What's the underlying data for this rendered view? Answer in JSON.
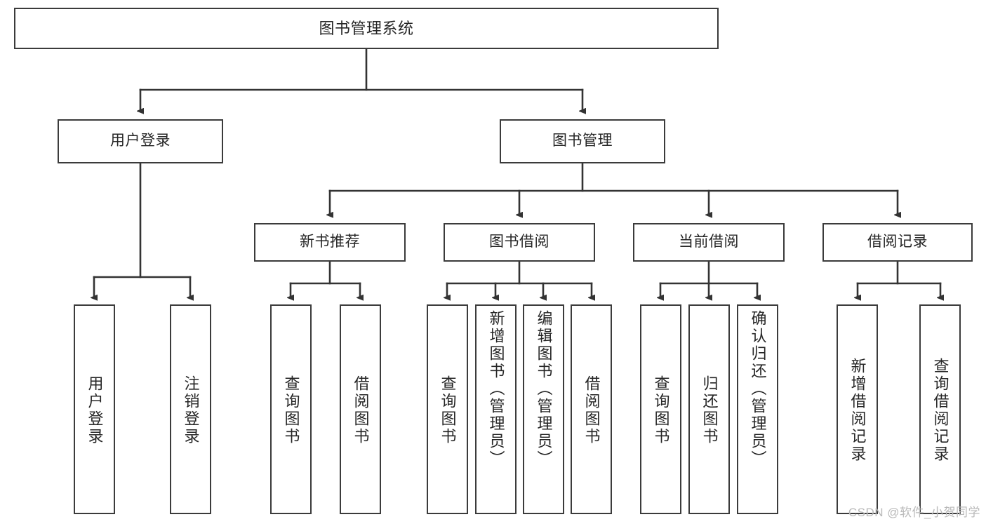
{
  "diagram": {
    "type": "tree-hierarchy",
    "title": "图书管理系统",
    "root": {
      "id": "root",
      "label": "图书管理系统"
    },
    "level2": [
      {
        "id": "user-login",
        "label": "用户登录"
      },
      {
        "id": "book-manage",
        "label": "图书管理"
      }
    ],
    "level3": [
      {
        "id": "new-book-rec",
        "label": "新书推荐",
        "parent": "book-manage"
      },
      {
        "id": "book-borrow",
        "label": "图书借阅",
        "parent": "book-manage"
      },
      {
        "id": "current-borrow",
        "label": "当前借阅",
        "parent": "book-manage"
      },
      {
        "id": "borrow-record",
        "label": "借阅记录",
        "parent": "book-manage"
      }
    ],
    "leaves": [
      {
        "id": "leaf-user-login",
        "label": "用户登录",
        "parent": "user-login"
      },
      {
        "id": "leaf-logout",
        "label": "注销登录",
        "parent": "user-login"
      },
      {
        "id": "leaf-query-book-1",
        "label": "查询图书",
        "parent": "new-book-rec"
      },
      {
        "id": "leaf-borrow-book-1",
        "label": "借阅图书",
        "parent": "new-book-rec"
      },
      {
        "id": "leaf-query-book-2",
        "label": "查询图书",
        "parent": "book-borrow"
      },
      {
        "id": "leaf-add-book",
        "label": "新增图书（管理员）",
        "parent": "book-borrow"
      },
      {
        "id": "leaf-edit-book",
        "label": "编辑图书（管理员）",
        "parent": "book-borrow"
      },
      {
        "id": "leaf-borrow-book-2",
        "label": "借阅图书",
        "parent": "book-borrow"
      },
      {
        "id": "leaf-query-book-3",
        "label": "查询图书",
        "parent": "current-borrow"
      },
      {
        "id": "leaf-return-book",
        "label": "归还图书",
        "parent": "current-borrow"
      },
      {
        "id": "leaf-confirm-return",
        "label": "确认归还（管理员）",
        "parent": "current-borrow"
      },
      {
        "id": "leaf-add-record",
        "label": "新增借阅记录",
        "parent": "borrow-record"
      },
      {
        "id": "leaf-query-record",
        "label": "查询借阅记录",
        "parent": "borrow-record"
      }
    ],
    "colors": {
      "box_border": "#3b3b3b",
      "box_fill": "#ffffff",
      "connector": "#333333",
      "text": "#262626",
      "watermark": "#b9b9b9"
    }
  },
  "watermark": {
    "text": "CSDN @软件_小贺同学"
  }
}
